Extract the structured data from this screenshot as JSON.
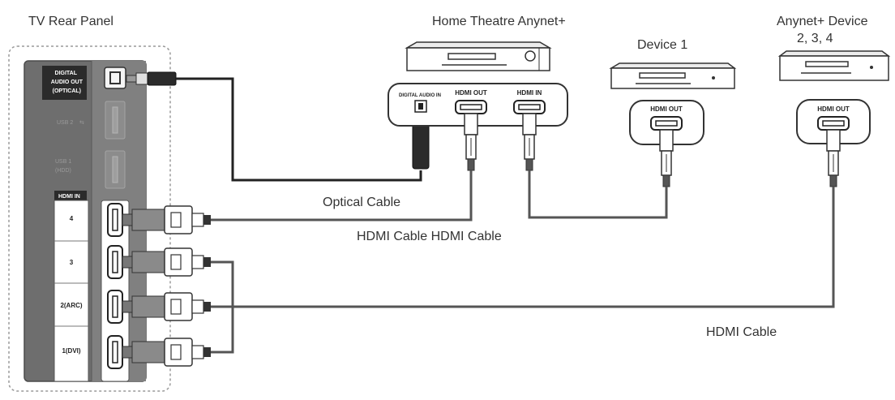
{
  "labels": {
    "tv_rear_panel": "TV Rear Panel",
    "home_theatre": "Home Theatre Anynet+",
    "device1": "Device 1",
    "anynet_device_line1": "Anynet+ Device",
    "anynet_device_line2": "2, 3, 4",
    "optical_cable": "Optical Cable",
    "hdmi_cable_pair": "HDMI Cable HDMI Cable",
    "hdmi_cable": "HDMI Cable"
  },
  "tv_panel": {
    "digital_audio_out_1": "DIGITAL",
    "digital_audio_out_2": "AUDIO OUT",
    "digital_audio_out_3": "(OPTICAL)",
    "usb2": "USB 2",
    "usb1_a": "USB 1",
    "usb1_b": "(HDD)",
    "hdmi_in_header": "HDMI IN",
    "port4": "4",
    "port3": "3",
    "port2": "2(ARC)",
    "port1": "1(DVI)"
  },
  "home_theatre_ports": {
    "dig_audio_in": "DIGITAL AUDIO IN",
    "hdmi_out": "HDMI OUT",
    "hdmi_in": "HDMI IN"
  },
  "device_ports": {
    "device1_hdmi_out": "HDMI OUT",
    "device234_hdmi_out": "HDMI OUT"
  }
}
